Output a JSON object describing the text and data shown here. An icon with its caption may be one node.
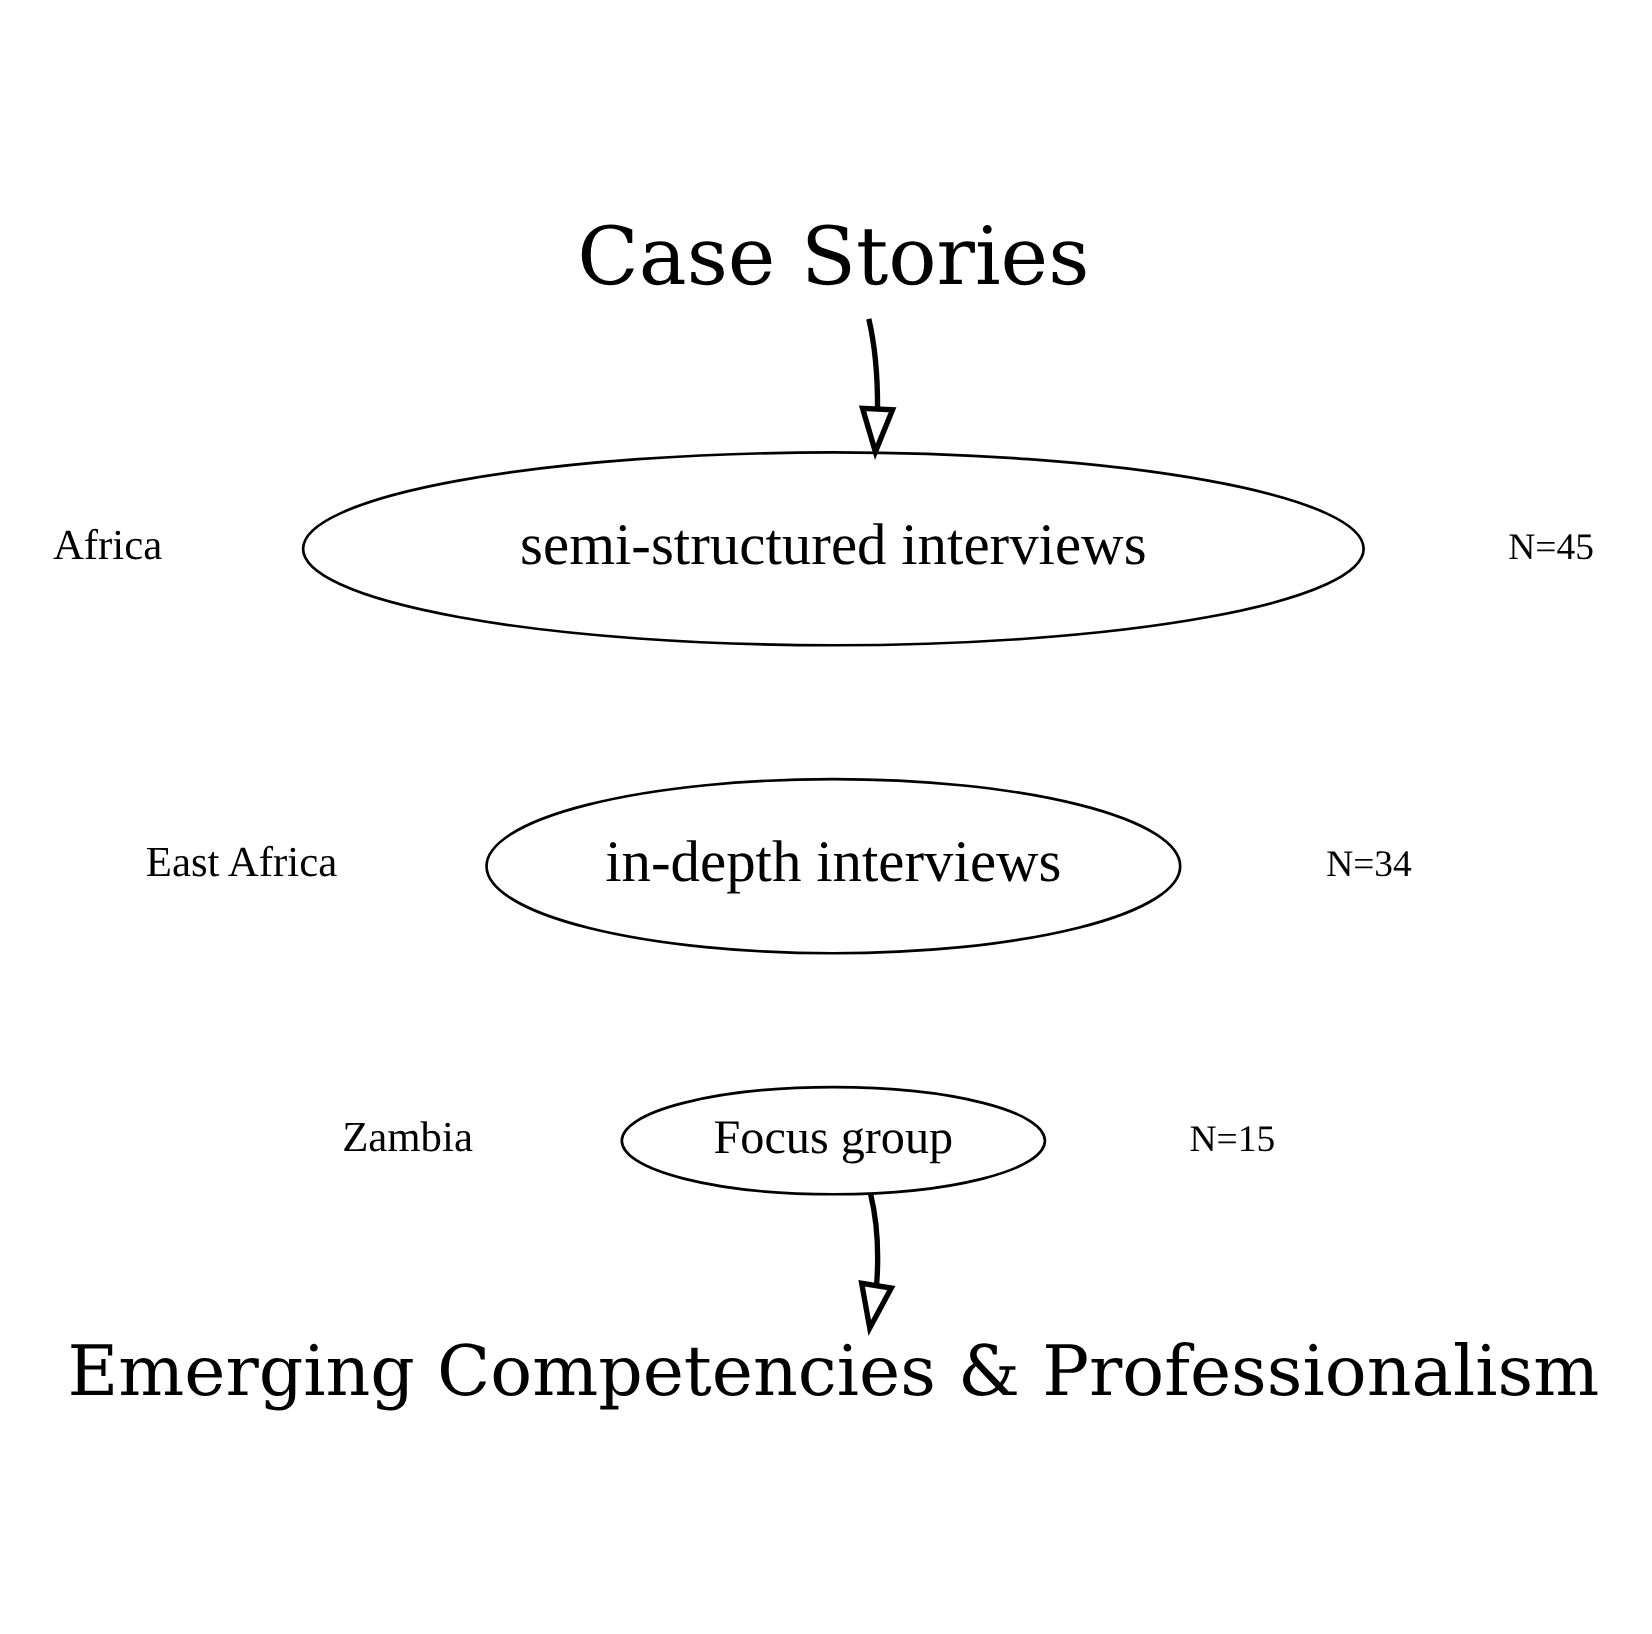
{
  "diagram": {
    "nodes": [
      {
        "text": [
          "Case Stories"
        ]
      },
      {
        "text": [
          "semi-structured interviews"
        ],
        "beside": [
          "Africa",
          "N=45"
        ]
      },
      {
        "text": [
          "in-depth interviews"
        ],
        "beside": [
          "East Africa",
          "N=34"
        ]
      },
      {
        "text": [
          "Focus group"
        ],
        "beside": [
          "Zambia",
          "N=15"
        ]
      },
      {
        "text": [
          "Emerging Competencies & Professionalism"
        ]
      }
    ],
    "edges": [
      {
        "from": 0,
        "to": 1,
        "arrow": "to"
      },
      {
        "from": 3,
        "to": 4,
        "arrow": "to"
      }
    ]
  }
}
